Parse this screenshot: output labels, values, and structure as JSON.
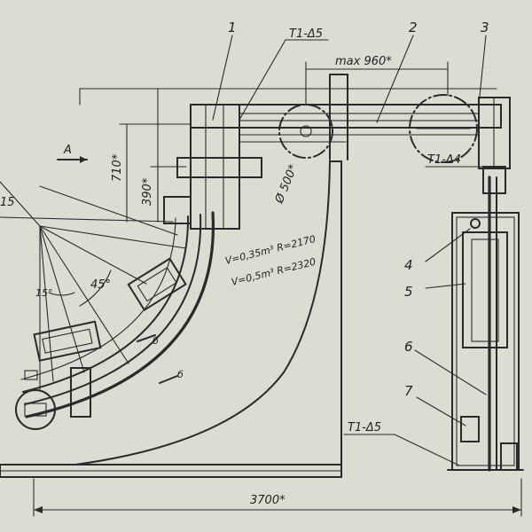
{
  "callouts": [
    "1",
    "2",
    "3",
    "4",
    "5",
    "6",
    "7"
  ],
  "weld_marks": {
    "top": "T1-Δ5",
    "right": "T1-Δ4",
    "bottom": "T1-Δ5"
  },
  "dimensions": {
    "max_span": "max 960*",
    "height_710": "710*",
    "height_390": "390*",
    "wheel_diameter": "Ø 500*",
    "overall_width": "3700*",
    "angle_left": "15",
    "angle_15": "15°",
    "angle_45": "45°"
  },
  "section": {
    "view_a": "A",
    "cut_b1": "б",
    "cut_b2": "б"
  },
  "bucket_notes": {
    "small": "V=0,35m³ R=2170",
    "large": "V=0,5m³ R=2320"
  },
  "colors": {
    "paper": "#dcdcd2",
    "ink": "#2a2a2a"
  }
}
